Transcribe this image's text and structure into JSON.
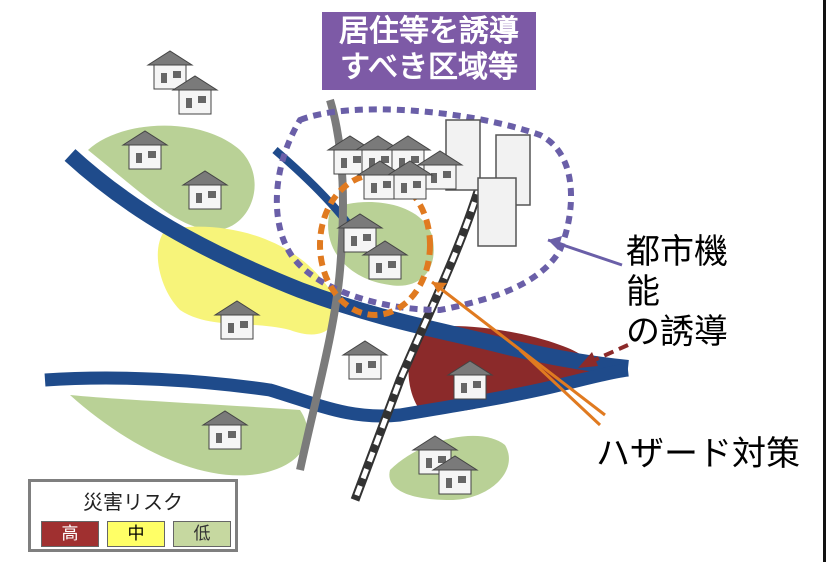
{
  "title": {
    "line1": "居住等を誘導",
    "line2": "すべき区域等"
  },
  "labels": {
    "urban_function": [
      "都市機",
      "能",
      "の誘導"
    ],
    "hazard": "ハザード対策"
  },
  "legend": {
    "title": "災害リスク",
    "items": [
      {
        "label": "高",
        "color": "#a03030",
        "text_color": "#ffffff"
      },
      {
        "label": "中",
        "color": "#ffff66",
        "text_color": "#000000"
      },
      {
        "label": "低",
        "color": "#c6d8a0",
        "text_color": "#333333"
      }
    ]
  },
  "colors": {
    "high_risk": "#8b2a2a",
    "mid_risk": "#f7f47a",
    "low_risk": "#b9d196",
    "river": "#1f4b8b",
    "road": "#7b7b7b",
    "urban_area_outline": "#6a5fa8",
    "hazard_outline": "#e07a20",
    "title_bg": "#7d5aa6"
  }
}
